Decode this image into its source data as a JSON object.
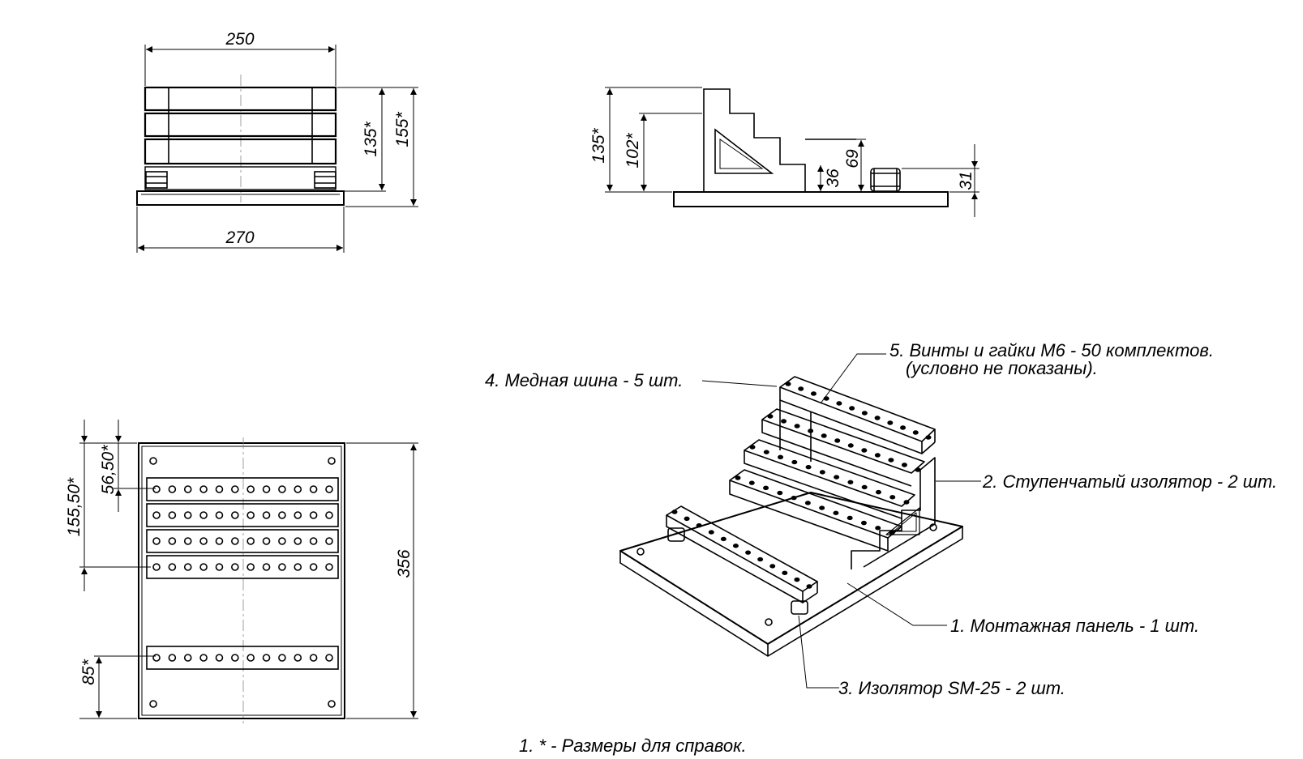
{
  "front_view": {
    "width_top": "250",
    "width_bottom": "270",
    "height_inner": "135*",
    "height_outer": "155*"
  },
  "side_view": {
    "height_total": "135*",
    "height_mid": "102*",
    "step_36": "36",
    "step_69": "69",
    "insulator_31": "31"
  },
  "plan_view": {
    "dim_155_50": "155,50*",
    "dim_56_50": "56,50*",
    "dim_356": "356",
    "dim_85": "85*",
    "bars_upper": 4,
    "holes_per_bar": 12
  },
  "labels": {
    "item1": "1. Монтажная панель - 1  шт.",
    "item2": "2. Ступенчатый изолятор - 2  шт.",
    "item3": "3. Изолятор SM-25 - 2  шт.",
    "item4": "4. Медная шина  - 5  шт.",
    "item5_line1": "5. Винты и гайки М6 - 50 комплектов.",
    "item5_line2": "(условно не показаны)."
  },
  "note": "1.  * - Размеры для справок.",
  "colors": {
    "line": "#000000",
    "background": "#ffffff",
    "centerline": "#888888"
  }
}
